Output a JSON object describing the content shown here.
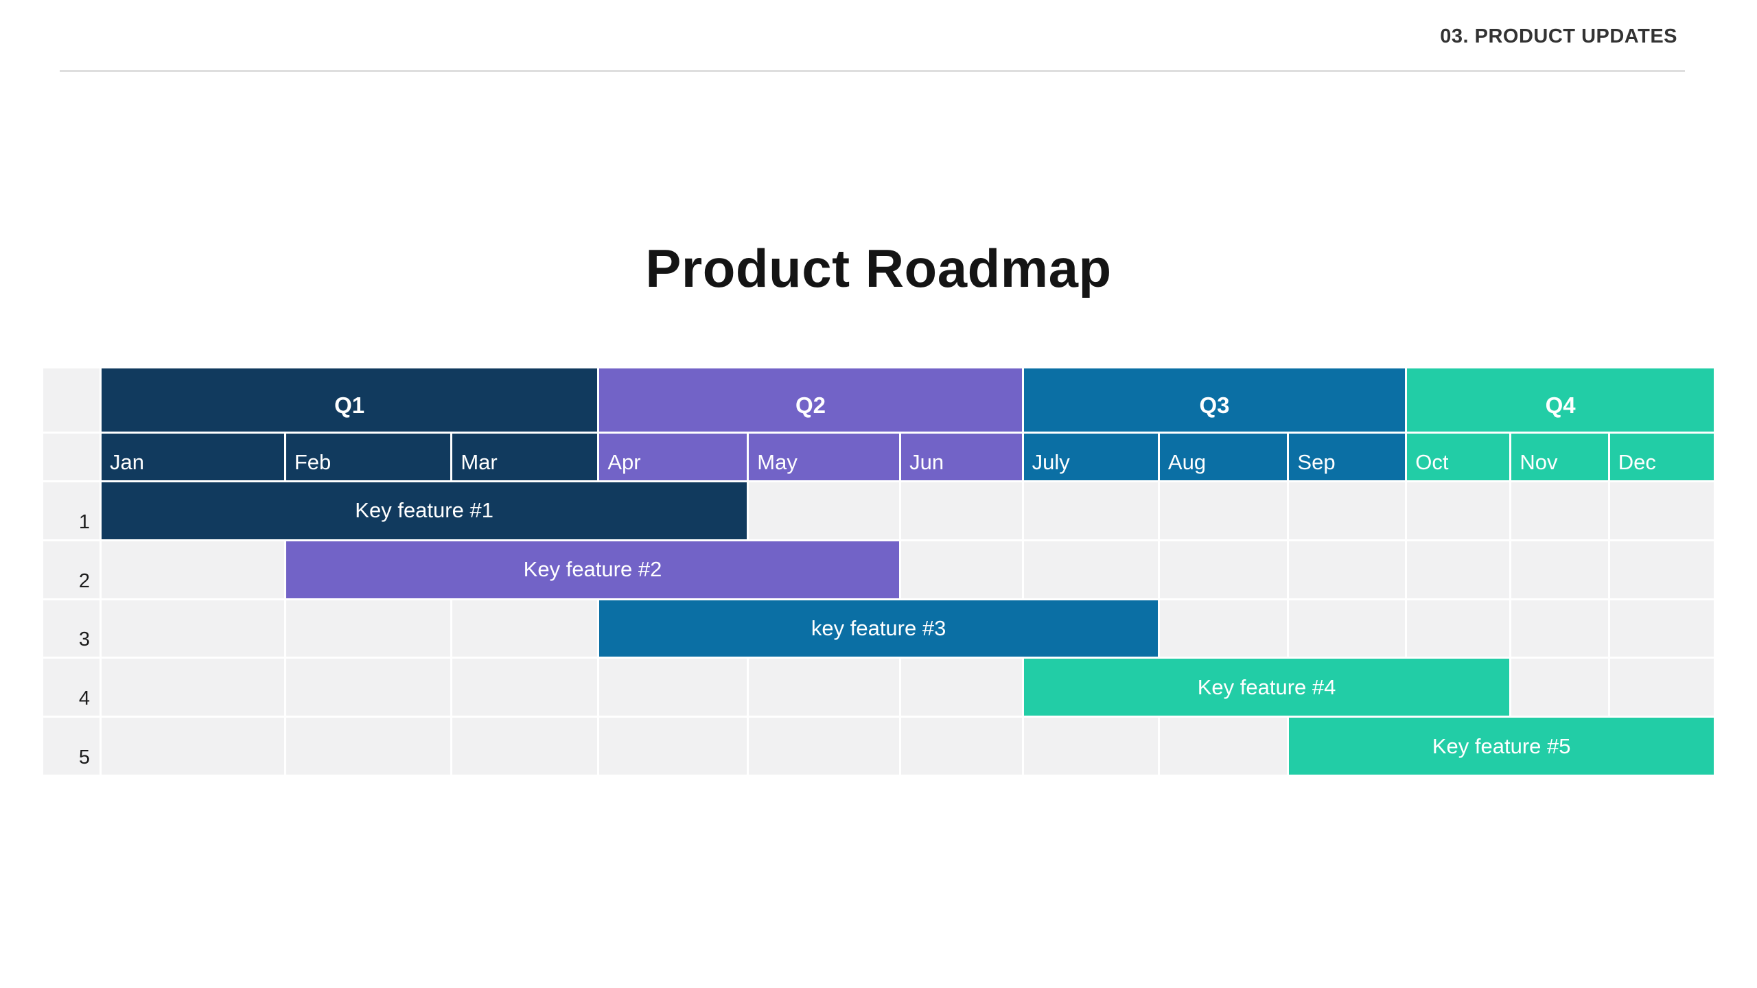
{
  "page": {
    "section_label": "03. PRODUCT UPDATES",
    "title": "Product Roadmap"
  },
  "chart_data": {
    "type": "gantt",
    "title": "Product Roadmap",
    "quarters": [
      {
        "label": "Q1",
        "color": "#113a5e",
        "months": [
          "Jan",
          "Feb",
          "Mar"
        ]
      },
      {
        "label": "Q2",
        "color": "#7263c7",
        "months": [
          "Apr",
          "May",
          "Jun"
        ]
      },
      {
        "label": "Q3",
        "color": "#0b6fa4",
        "months": [
          "July",
          "Aug",
          "Sep"
        ]
      },
      {
        "label": "Q4",
        "color": "#22cda6",
        "months": [
          "Oct",
          "Nov",
          "Dec"
        ]
      }
    ],
    "months": [
      "Jan",
      "Feb",
      "Mar",
      "Apr",
      "May",
      "Jun",
      "July",
      "Aug",
      "Sep",
      "Oct",
      "Nov",
      "Dec"
    ],
    "row_numbers": [
      "1",
      "2",
      "3",
      "4",
      "5"
    ],
    "features": [
      {
        "row": 1,
        "label": "Key feature #1",
        "start_month": "Jan",
        "end_month": "Apr",
        "color": "#113a5e"
      },
      {
        "row": 2,
        "label": "Key feature #2",
        "start_month": "Feb",
        "end_month": "May",
        "color": "#7263c7"
      },
      {
        "row": 3,
        "label": "key feature #3",
        "start_month": "Apr",
        "end_month": "July",
        "color": "#0b6fa4"
      },
      {
        "row": 4,
        "label": "Key feature #4",
        "start_month": "July",
        "end_month": "Oct",
        "color": "#22cda6"
      },
      {
        "row": 5,
        "label": "Key feature #5",
        "start_month": "Sep",
        "end_month": "Dec",
        "color": "#22cda6"
      }
    ],
    "colors": {
      "empty_cell": "#f1f1f2",
      "gridline": "#ffffff",
      "page_background": "#ffffff"
    },
    "layout_hints": {
      "legend": "none",
      "grid": "on",
      "label_position": "bars-centered"
    }
  }
}
